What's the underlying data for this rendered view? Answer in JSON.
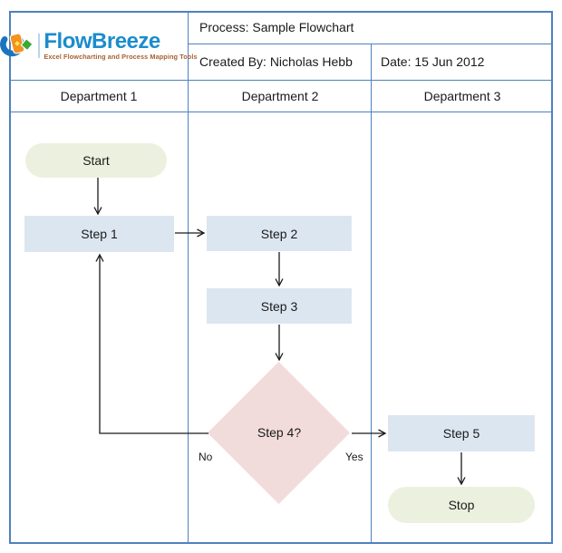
{
  "header": {
    "brand": "FlowBreeze",
    "tagline": "Excel Flowcharting and Process Mapping Tools",
    "process": "Process: Sample Flowchart",
    "created_by": "Created By: Nicholas Hebb",
    "date": "Date: 15 Jun 2012"
  },
  "lanes": [
    {
      "label": "Department 1"
    },
    {
      "label": "Department 2"
    },
    {
      "label": "Department 3"
    }
  ],
  "nodes": {
    "start": "Start",
    "step1": "Step 1",
    "step2": "Step 2",
    "step3": "Step 3",
    "step4": "Step 4?",
    "step5": "Step 5",
    "stop": "Stop"
  },
  "edge_labels": {
    "no": "No",
    "yes": "Yes"
  },
  "colors": {
    "grid_blue": "#4f81bd",
    "process_fill": "#dce6f1",
    "terminator_fill": "#ebf1de",
    "decision_fill": "#f2dcdb",
    "arrow": "#1a1a1a",
    "brand_blue": "#1b8ccd",
    "tagline_orange": "#a8602f"
  }
}
